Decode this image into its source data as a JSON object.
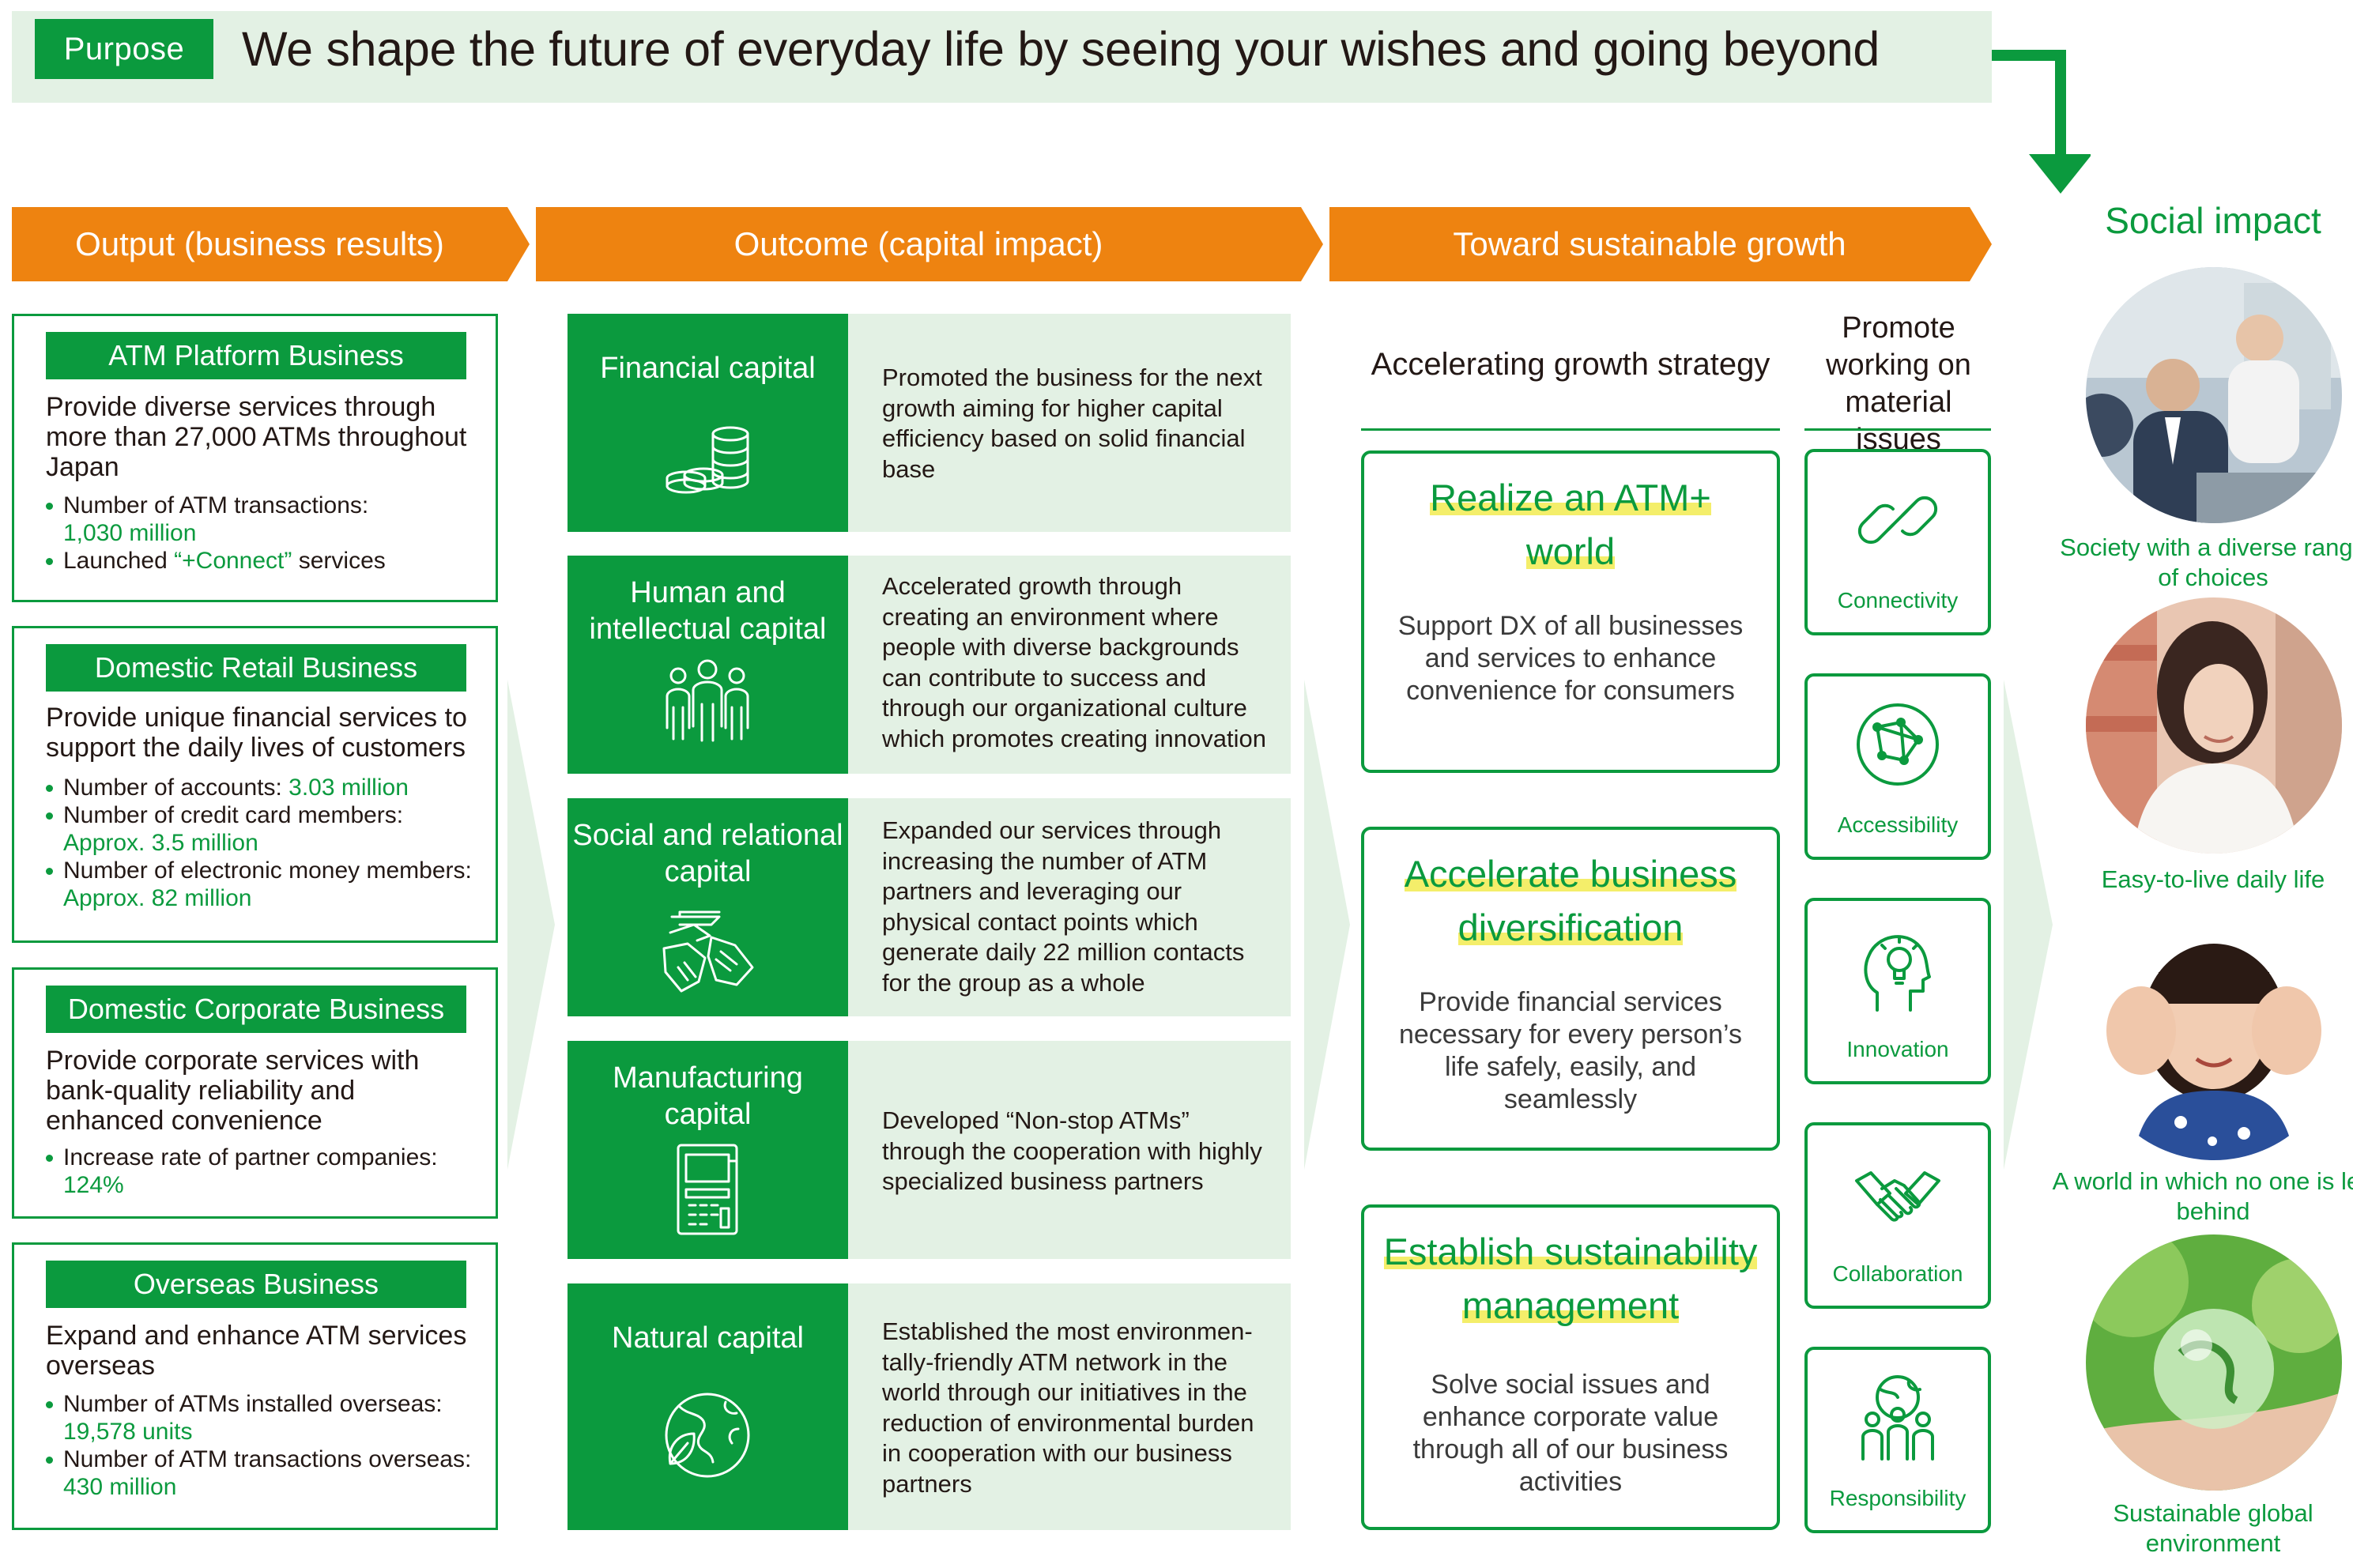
{
  "purpose": {
    "tag": "Purpose",
    "statement": "We shape the future of everyday life by seeing your wishes and going beyond"
  },
  "headers": {
    "output": "Output (business results)",
    "outcome": "Outcome (capital impact)",
    "toward": "Toward sustainable growth",
    "social_impact": "Social impact"
  },
  "output": [
    {
      "title": "ATM Platform Business",
      "desc": "Provide diverse services through more than 27,000 ATMs throughout Japan",
      "bullets": [
        {
          "text": "Number of ATM transactions: ",
          "value": "1,030 million"
        },
        {
          "text": "Launched ",
          "value": "“+Connect”",
          "suffix": " services"
        }
      ]
    },
    {
      "title": "Domestic Retail Business",
      "desc": "Provide unique financial services to support the daily lives of customers",
      "bullets": [
        {
          "text": "Number of accounts: ",
          "value": "3.03 million"
        },
        {
          "text": "Number of credit card members: ",
          "value": "Approx. 3.5 million"
        },
        {
          "text": "Number of electronic money members: ",
          "value": "Approx. 82 million"
        }
      ]
    },
    {
      "title": "Domestic Corporate Business",
      "desc": "Provide corporate services with bank-quality reliability and enhanced convenience",
      "bullets": [
        {
          "text": "Increase rate of partner companies: ",
          "value": "124%"
        }
      ]
    },
    {
      "title": "Overseas Business",
      "desc": "Expand and enhance ATM services overseas",
      "bullets": [
        {
          "text": "Number of ATMs installed overseas: ",
          "value": "19,578 units"
        },
        {
          "text": "Number of ATM transactions overseas: ",
          "value": "430 million"
        }
      ]
    }
  ],
  "capitals": [
    {
      "name": "Financial capital",
      "icon": "coins-icon",
      "desc": "Promoted the business for the next growth aiming for higher capital efficiency based on solid financial base"
    },
    {
      "name": "Human and intellectual capital",
      "icon": "people-icon",
      "desc": "Accelerated growth through creating an environment where people with diverse backgrounds can contribute to success and through our organizational culture which promotes creating innovation"
    },
    {
      "name": "Social and relational capital",
      "icon": "hands-icon",
      "desc": "Expanded our services through increasing the number of ATM partners and leveraging our physical contact points which generate daily 22 million contacts for the group as a whole"
    },
    {
      "name": "Manufacturing capital",
      "icon": "atm-icon",
      "desc": "Developed “Non-stop ATMs” through the cooperation with highly specialized business partners"
    },
    {
      "name": "Natural capital",
      "icon": "globe-leaf-icon",
      "desc": "Established the most environmen-tally-friendly ATM network in the world through our initiatives in the reduction of environmental burden in cooperation with our business partners"
    }
  ],
  "strategy": {
    "heading": "Accelerating growth strategy",
    "items": [
      {
        "title_line1": "Realize an ATM+",
        "title_line2": "world",
        "desc": "Support DX of all businesses and services to enhance convenience for consumers"
      },
      {
        "title_line1": "Accelerate business",
        "title_line2": "diversification",
        "desc": "Provide financial services necessary for every person’s life safely, easily, and seamlessly"
      },
      {
        "title_line1": "Establish sustainability",
        "title_line2": "management",
        "desc": "Solve social issues and enhance corporate value through all of our business activities"
      }
    ]
  },
  "material": {
    "heading": "Promote working on material issues",
    "items": [
      {
        "label": "Connectivity",
        "icon": "link-icon"
      },
      {
        "label": "Accessibility",
        "icon": "network-globe-icon"
      },
      {
        "label": "Innovation",
        "icon": "head-bulb-icon"
      },
      {
        "label": "Collaboration",
        "icon": "handshake-icon"
      },
      {
        "label": "Responsibility",
        "icon": "group-globe-icon"
      }
    ]
  },
  "social_impact": [
    {
      "caption": "Society with a diverse range of choices",
      "photo": "business-meeting-photo"
    },
    {
      "caption": "Easy-to-live daily life",
      "photo": "woman-shopping-photo"
    },
    {
      "caption": "A world in which no one is left behind",
      "photo": "smiling-child-photo"
    },
    {
      "caption": "Sustainable global environment",
      "photo": "glass-globe-photo"
    }
  ],
  "colors": {
    "green": "#0b9a3e",
    "light_green": "#e3f1e4",
    "orange": "#ee8310",
    "highlight": "#f4ee6a"
  }
}
